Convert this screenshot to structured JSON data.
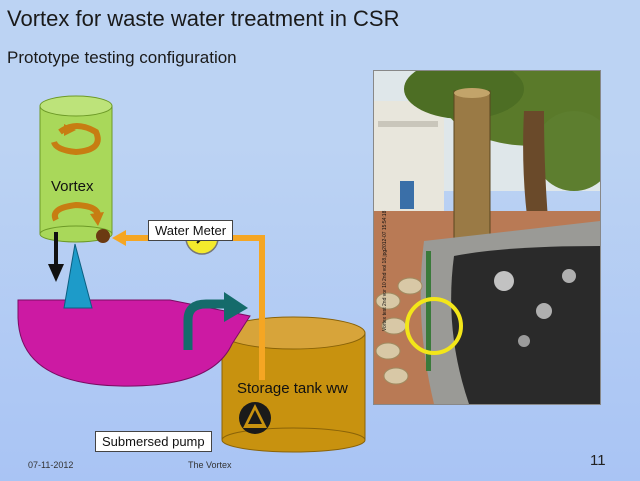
{
  "slide": {
    "title": "Vortex for waste water treatment in CSR",
    "subtitle": "Prototype testing configuration",
    "footer_date": "07-11-2012",
    "footer_center": "The Vortex",
    "slide_number": "11"
  },
  "diagram": {
    "vortex_label": "Vortex",
    "water_meter_label": "Water Meter",
    "storage_tank_label": "Storage tank ww",
    "pump_label": "Submersed pump",
    "colors": {
      "vortex": "#a9d85a",
      "basin": "#cc1aa3",
      "tank": "#c8920f",
      "pipe": "#f5a623",
      "arrow": "#c77d12",
      "overflow_arrow": "#156b6b"
    }
  },
  "photo": {
    "watermark": "Vortex test 2nd vor 10 2nd vol 18.jpg2012-07 15:54:18",
    "highlight_color": "#f3e619"
  }
}
